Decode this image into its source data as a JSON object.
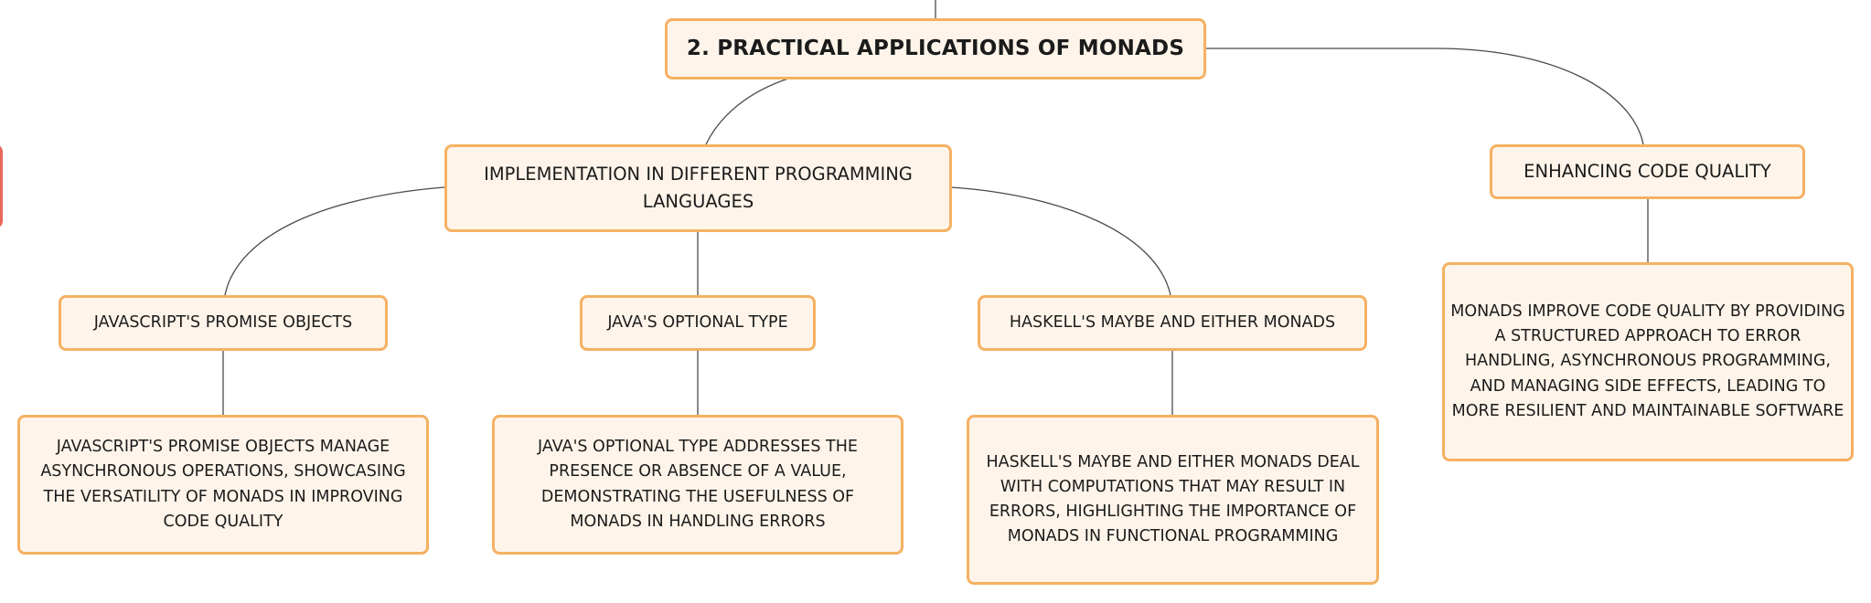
{
  "colors": {
    "node_fill": "#fef4ea",
    "node_border": "#f5b163",
    "edge": "#4a4a4a",
    "offscreen_border": "#e8685a"
  },
  "root": {
    "label": "2. PRACTICAL APPLICATIONS OF MONADS"
  },
  "implementation": {
    "label": "IMPLEMENTATION IN DIFFERENT PROGRAMMING LANGUAGES",
    "children": [
      {
        "label": "JAVASCRIPT'S PROMISE OBJECTS",
        "detail": "JAVASCRIPT'S PROMISE OBJECTS MANAGE ASYNCHRONOUS OPERATIONS, SHOWCASING THE VERSATILITY OF MONADS IN IMPROVING CODE QUALITY"
      },
      {
        "label": "JAVA'S OPTIONAL TYPE",
        "detail": "JAVA'S OPTIONAL TYPE ADDRESSES THE PRESENCE OR ABSENCE OF A VALUE, DEMONSTRATING THE USEFULNESS OF MONADS IN HANDLING ERRORS"
      },
      {
        "label": "HASKELL'S MAYBE AND EITHER MONADS",
        "detail": "HASKELL'S MAYBE AND EITHER MONADS DEAL WITH COMPUTATIONS THAT MAY RESULT IN ERRORS, HIGHLIGHTING THE IMPORTANCE OF MONADS IN FUNCTIONAL PROGRAMMING"
      }
    ]
  },
  "quality": {
    "label": "ENHANCING CODE QUALITY",
    "detail": "MONADS IMPROVE CODE QUALITY BY PROVIDING A STRUCTURED APPROACH TO ERROR HANDLING, ASYNCHRONOUS PROGRAMMING, AND MANAGING SIDE EFFECTS, LEADING TO MORE RESILIENT AND MAINTAINABLE SOFTWARE"
  }
}
